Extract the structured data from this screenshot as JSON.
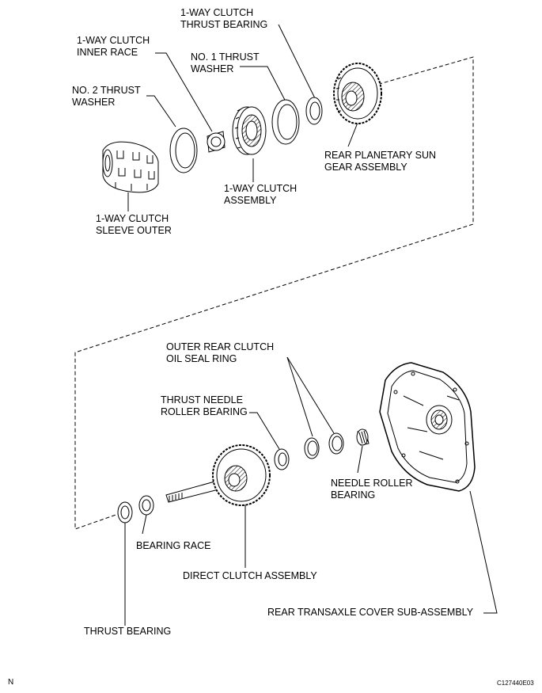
{
  "labels": {
    "oneway_thrust_bearing": [
      "1-WAY CLUTCH",
      "THRUST BEARING"
    ],
    "oneway_inner_race": [
      "1-WAY CLUTCH",
      "INNER RACE"
    ],
    "no1_thrust_washer": [
      "NO. 1 THRUST",
      "WASHER"
    ],
    "no2_thrust_washer": [
      "NO. 2 THRUST",
      "WASHER"
    ],
    "rear_planetary": [
      "REAR PLANETARY SUN",
      "GEAR ASSEMBLY"
    ],
    "oneway_assembly": [
      "1-WAY CLUTCH",
      "ASSEMBLY"
    ],
    "sleeve_outer": [
      "1-WAY CLUTCH",
      "SLEEVE OUTER"
    ],
    "outer_rear_seal": [
      "OUTER REAR CLUTCH",
      "OIL SEAL RING"
    ],
    "thrust_needle": [
      "THRUST NEEDLE",
      "ROLLER BEARING"
    ],
    "needle_roller": [
      "NEEDLE ROLLER",
      "BEARING"
    ],
    "bearing_race": "BEARING RACE",
    "direct_clutch": "DIRECT CLUTCH ASSEMBLY",
    "rear_cover": "REAR TRANSAXLE COVER SUB-ASSEMBLY",
    "thrust_bearing": "THRUST BEARING"
  },
  "corner_letter": "N",
  "figure_code": "C127440E03"
}
